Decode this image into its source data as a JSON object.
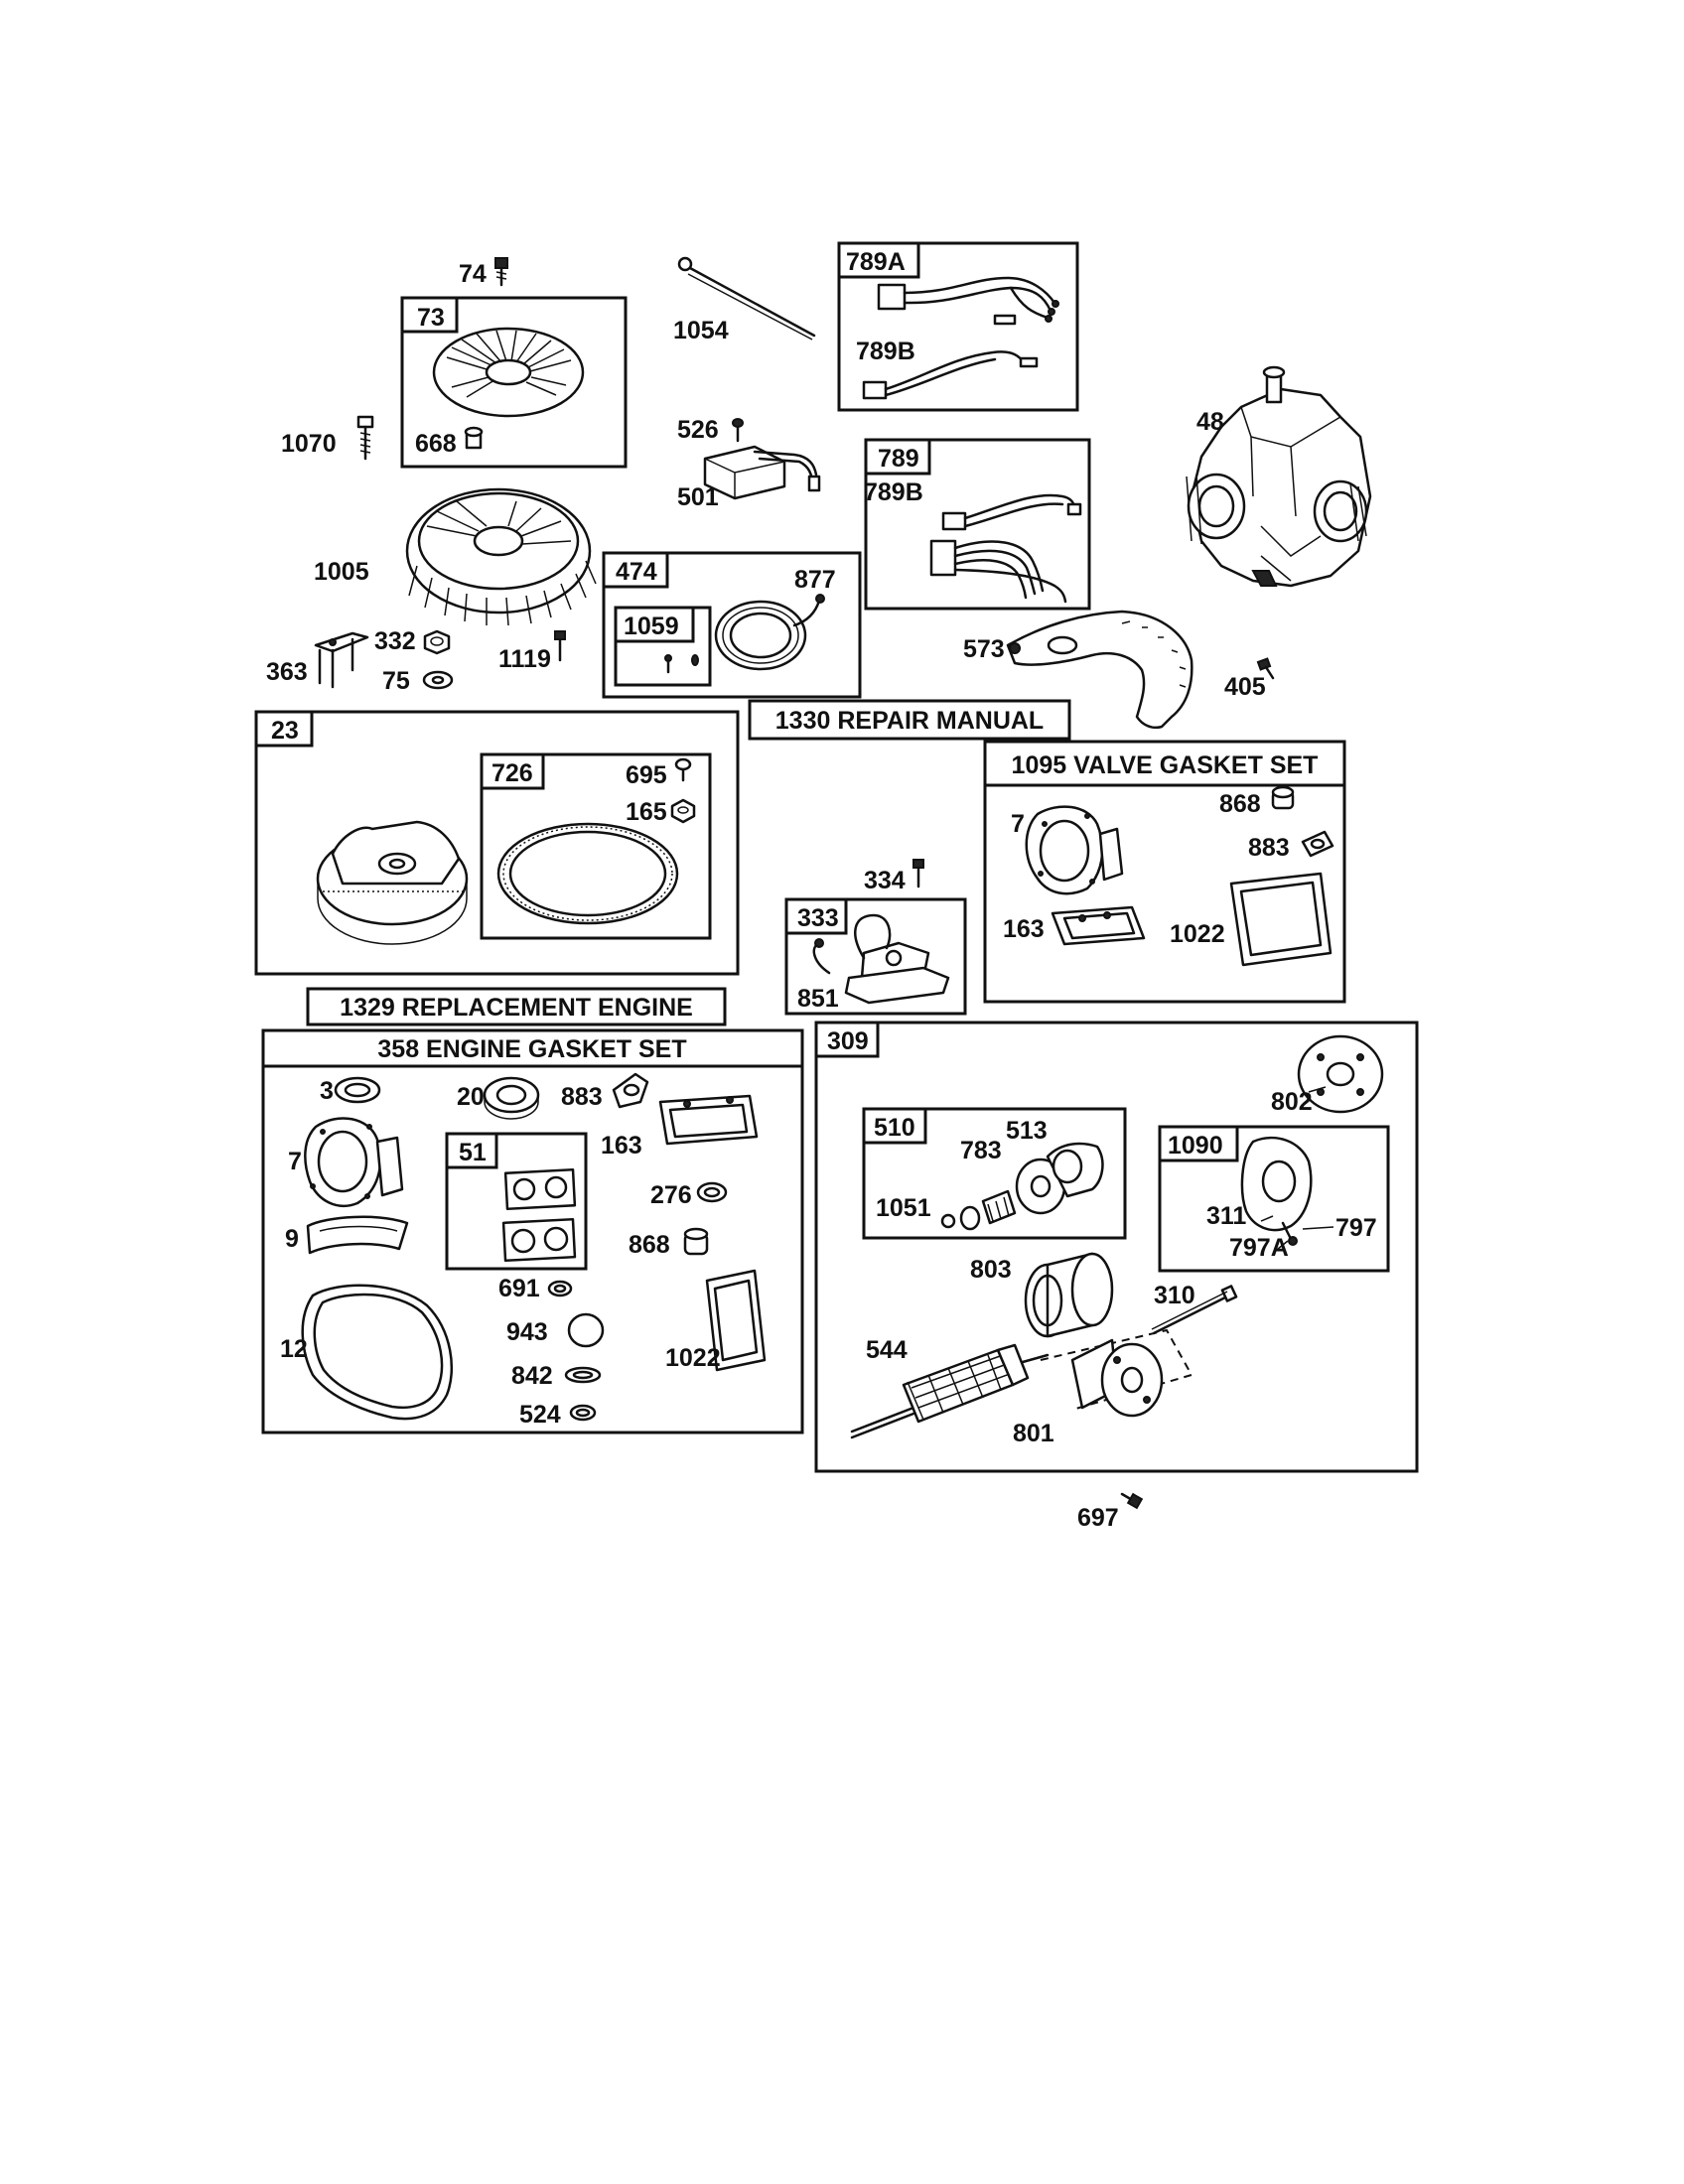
{
  "boxes": {
    "b73": "73",
    "b789A": "789A",
    "b789": "789",
    "b474": "474",
    "b1059": "1059",
    "b23": "23",
    "b726": "726",
    "b333": "333",
    "b51": "51",
    "b309": "309",
    "b510": "510",
    "b1090": "1090"
  },
  "titles": {
    "repair_manual": "1330 REPAIR MANUAL",
    "valve_gasket_set": "1095 VALVE GASKET SET",
    "replacement_engine": "1329 REPLACEMENT ENGINE",
    "engine_gasket_set": "358 ENGINE GASKET SET"
  },
  "parts": {
    "p74": "74",
    "p1054": "1054",
    "p789B_a": "789B",
    "p1070": "1070",
    "p668": "668",
    "p526": "526",
    "p501": "501",
    "p789B_b": "789B",
    "p48": "48",
    "p1005": "1005",
    "p877": "877",
    "p332": "332",
    "p1119": "1119",
    "p363": "363",
    "p75": "75",
    "p573": "573",
    "p405": "405",
    "p695": "695",
    "p165": "165",
    "p7_v": "7",
    "p868_v": "868",
    "p883_v": "883",
    "p334": "334",
    "p163_v": "163",
    "p1022_v": "1022",
    "p851": "851",
    "p3": "3",
    "p20": "20",
    "p883_g": "883",
    "p7_g": "7",
    "p163_g": "163",
    "p276": "276",
    "p9": "9",
    "p868_g": "868",
    "p691": "691",
    "p943": "943",
    "p12": "12",
    "p1022_g": "1022",
    "p842": "842",
    "p524": "524",
    "p802": "802",
    "p513": "513",
    "p783": "783",
    "p1051": "1051",
    "p311": "311",
    "p797": "797",
    "p797A": "797A",
    "p803": "803",
    "p310": "310",
    "p544": "544",
    "p801": "801",
    "p697": "697"
  }
}
